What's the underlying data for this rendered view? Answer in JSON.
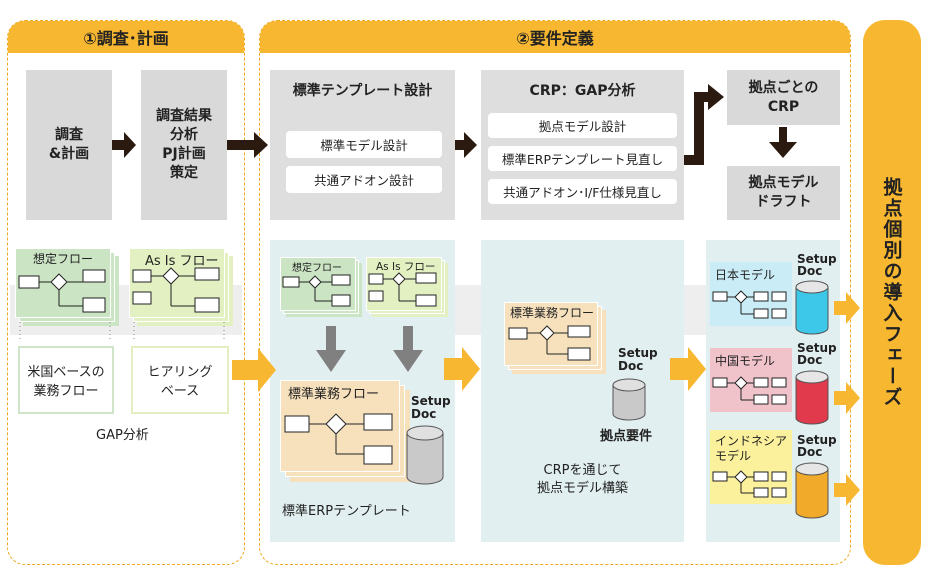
{
  "phase1": {
    "header": "①調査･計画",
    "step_survey": "調査\n&計画",
    "step_analysis": "調査結果\n分析\nPJ計画\n策定",
    "doc_assumed": "想定フロー",
    "doc_asis": "As Is フロー",
    "basis_us": "米国ベースの\n業務フロー",
    "basis_hearing": "ヒアリング\nベース",
    "gap_label": "GAP分析"
  },
  "phase2": {
    "header": "②要件定義",
    "template_design": {
      "title": "標準テンプレート設計",
      "items": [
        "標準モデル設計",
        "共通アドオン設計"
      ]
    },
    "crp": {
      "title": "CRP：GAP分析",
      "items": [
        "拠点モデル設計",
        "標準ERPテンプレート見直し",
        "共通アドオン･I/F仕様見直し"
      ]
    },
    "site_crp": "拠点ごとの\nCRP",
    "site_model_draft": "拠点モデル\nドラフト",
    "mini_assumed": "想定フロー",
    "mini_asis": "As Is フロー",
    "std_flow": "標準業務フロー",
    "setup_doc": "Setup\nDoc",
    "erp_template": "標準ERPテンプレート",
    "crp_std_flow": "標準業務フロー",
    "site_requirements": "拠点要件",
    "crp_caption": "CRPを通じて\n拠点モデル構築",
    "models": [
      {
        "label": "日本モデル",
        "bg": "#c9ecf6",
        "cyl": "#3dc8ea"
      },
      {
        "label": "中国モデル",
        "bg": "#f0c3cb",
        "cyl": "#e23a4d"
      },
      {
        "label": "インドネシア\nモデル",
        "bg": "#fbf09c",
        "cyl": "#f2aa2a"
      }
    ]
  },
  "phase3": {
    "label": "拠点個別の導入フェーズ"
  },
  "colors": {
    "accent": "#f7b730",
    "dark_arrow": "#2b1a10",
    "gray_arrow": "#808080"
  }
}
